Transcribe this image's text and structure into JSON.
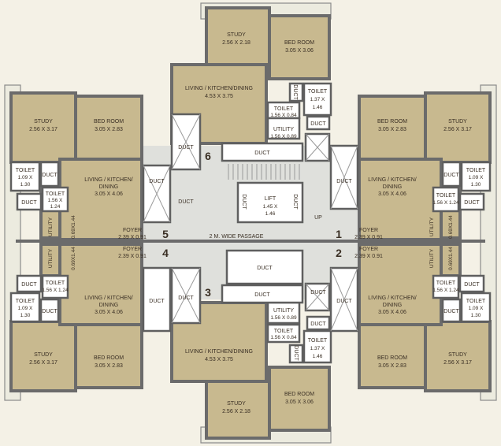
{
  "labels": {
    "study": "STUDY",
    "bed_room": "BED ROOM",
    "living_kd": "LIVING / KITCHEN/DINING",
    "living_kitchen": "LIVING / KITCHEN/",
    "dining": "DINING",
    "toilet": "TOILET",
    "utility": "UTILITY",
    "foyer": "FOYER",
    "duct": "DUCT",
    "lift": "LIFT",
    "passage": "2  M. WIDE PASSAGE",
    "up": "UP"
  },
  "dims": {
    "study_top": "2.56 X 2.18",
    "bed_top": "3.05 X 3.06",
    "living_top": "4.53 X 3.75",
    "toilet_a": "1.56 X 0.84",
    "toilet_b_1": "1.37 X",
    "toilet_b_2": "1.46",
    "utility_top": "1.56 X 0.89",
    "study_side": "2.56 X 3.17",
    "bed_side": "3.05 X 2.83",
    "living_side": "3.05 X 4.06",
    "toilet_c_1": "1.09 X",
    "toilet_c_2": "1.30",
    "toilet_d": "1.56 X 1.24",
    "toilet_d_1": "1.56 X",
    "toilet_d_2": "1.24",
    "utility_side": "0.69X1.44",
    "foyer": "2.39 X 0.91",
    "lift_1": "1.45 X",
    "lift_2": "1.46"
  },
  "flat_numbers": [
    "1",
    "2",
    "3",
    "4",
    "5",
    "6"
  ]
}
